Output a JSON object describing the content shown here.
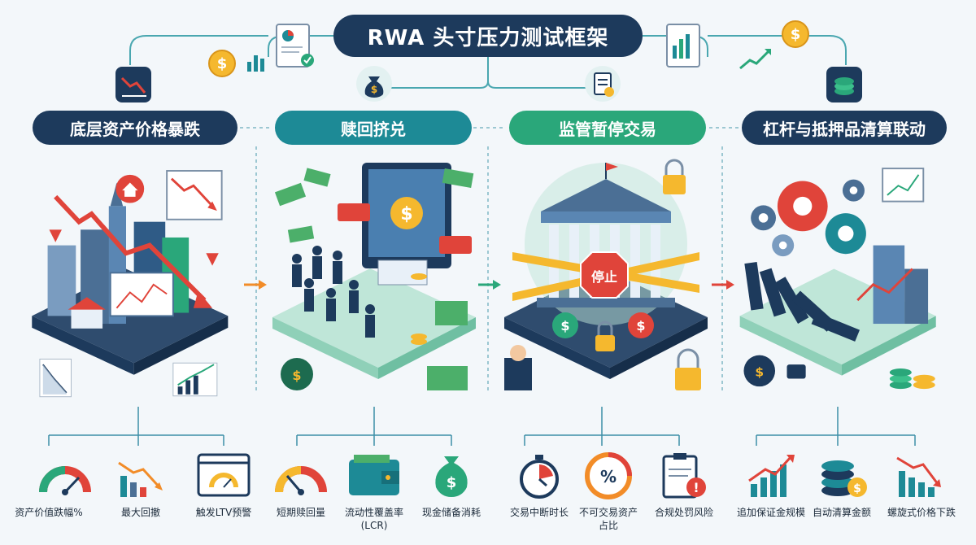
{
  "title": "RWA 头寸压力测试框架",
  "stages": [
    {
      "label": "底层资产价格暴跌"
    },
    {
      "label": "赎回挤兑"
    },
    {
      "label": "监管暂停交易"
    },
    {
      "label": "杠杆与抵押品清算联动"
    }
  ],
  "stop_sign_text": "停止",
  "metrics": [
    {
      "label": "资产价值跌幅%",
      "icon": "gauge-icon"
    },
    {
      "label": "最大回撤",
      "icon": "decline-chart-icon"
    },
    {
      "label": "触发LTV预警",
      "icon": "browser-gauge-icon"
    },
    {
      "label": "短期赎回量",
      "icon": "gauge-icon"
    },
    {
      "label": "流动性覆盖率\n(LCR)",
      "icon": "wallet-icon"
    },
    {
      "label": "现金储备消耗",
      "icon": "money-bag-icon"
    },
    {
      "label": "交易中断时长",
      "icon": "stopwatch-icon"
    },
    {
      "label": "不可交易资产\n占比",
      "icon": "percent-icon"
    },
    {
      "label": "合规处罚风险",
      "icon": "clipboard-alert-icon"
    },
    {
      "label": "追加保证金规模",
      "icon": "rising-chart-icon"
    },
    {
      "label": "自动清算金额",
      "icon": "coin-stack-icon"
    },
    {
      "label": "螺旋式价格下跌",
      "icon": "falling-chart-icon"
    }
  ],
  "colors": {
    "navy": "#1d3a5c",
    "teal": "#1d8a96",
    "green": "#2aa77a",
    "red": "#e0443a",
    "orange": "#f28c28",
    "gold": "#f5b82e"
  }
}
